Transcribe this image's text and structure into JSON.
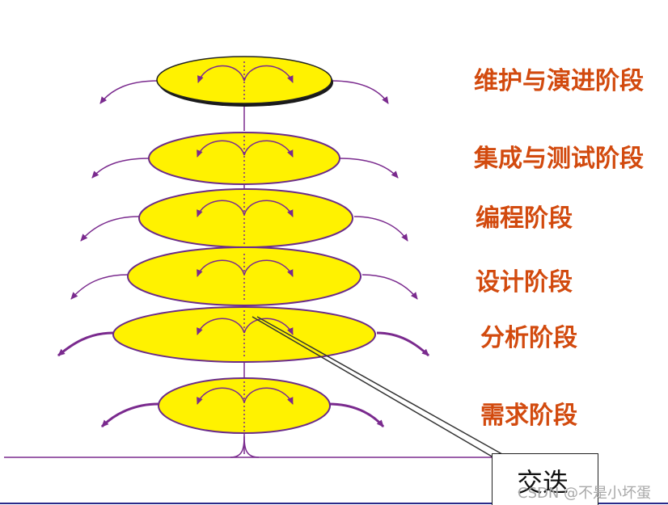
{
  "stages": [
    {
      "label": "维护与演进阶段"
    },
    {
      "label": "集成与测试阶段"
    },
    {
      "label": "编程阶段"
    },
    {
      "label": "设计阶段"
    },
    {
      "label": "分析阶段"
    },
    {
      "label": "需求阶段"
    }
  ],
  "iterate_label": "交迭",
  "watermark": "CSDN @不是小坏蛋",
  "colors": {
    "disc_fill": "#fff200",
    "disc_stroke": "#6a2b8a",
    "arrow": "#7a2a8e",
    "label": "#d24a0e"
  }
}
